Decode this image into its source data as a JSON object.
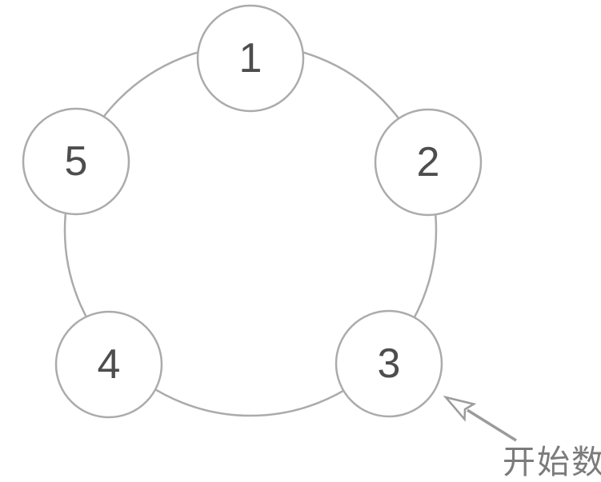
{
  "diagram": {
    "type": "circular-counting-ring",
    "nodes": [
      {
        "id": 1,
        "label": "1"
      },
      {
        "id": 2,
        "label": "2"
      },
      {
        "id": 3,
        "label": "3"
      },
      {
        "id": 4,
        "label": "4"
      },
      {
        "id": 5,
        "label": "5"
      }
    ],
    "annotation": {
      "label": "开始数",
      "target_node": "3"
    },
    "colors": {
      "background": "#ffffff",
      "ring_stroke": "#ababab",
      "node_stroke": "#ababab",
      "node_fill": "#ffffff",
      "number_text": "#4d4d4d",
      "arrow": "#9b9b9b",
      "arrowhead_fill": "#ffffff",
      "annotation_text": "#7b7b7b"
    }
  }
}
